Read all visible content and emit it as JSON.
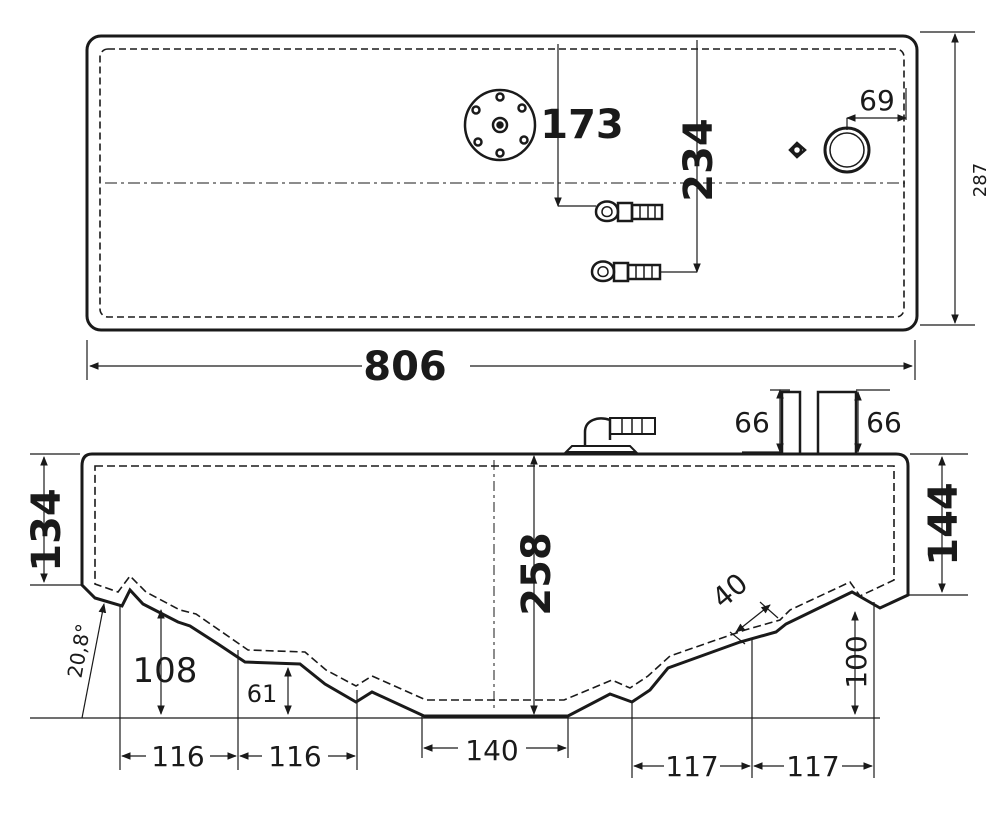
{
  "top_view": {
    "dim_length": "806",
    "dim_width": "287",
    "dim_flange": "173",
    "dim_outlets": "234",
    "dim_filler": "69"
  },
  "side_view": {
    "dim_left_height": "134",
    "dim_right_height": "144",
    "dim_total_height": "258",
    "dim_post_left": "66",
    "dim_post_right": "66",
    "dim_step_depth": "108",
    "dim_step_small": "61",
    "dim_step_right": "100",
    "dim_step_width": "40",
    "dim_angle": "20,8°",
    "dim_step_1": "116",
    "dim_step_2": "116",
    "dim_bottom": "140",
    "dim_step_3": "117",
    "dim_step_4": "117"
  },
  "colors": {
    "ink": "#1a1a1a",
    "paper": "#ffffff"
  }
}
